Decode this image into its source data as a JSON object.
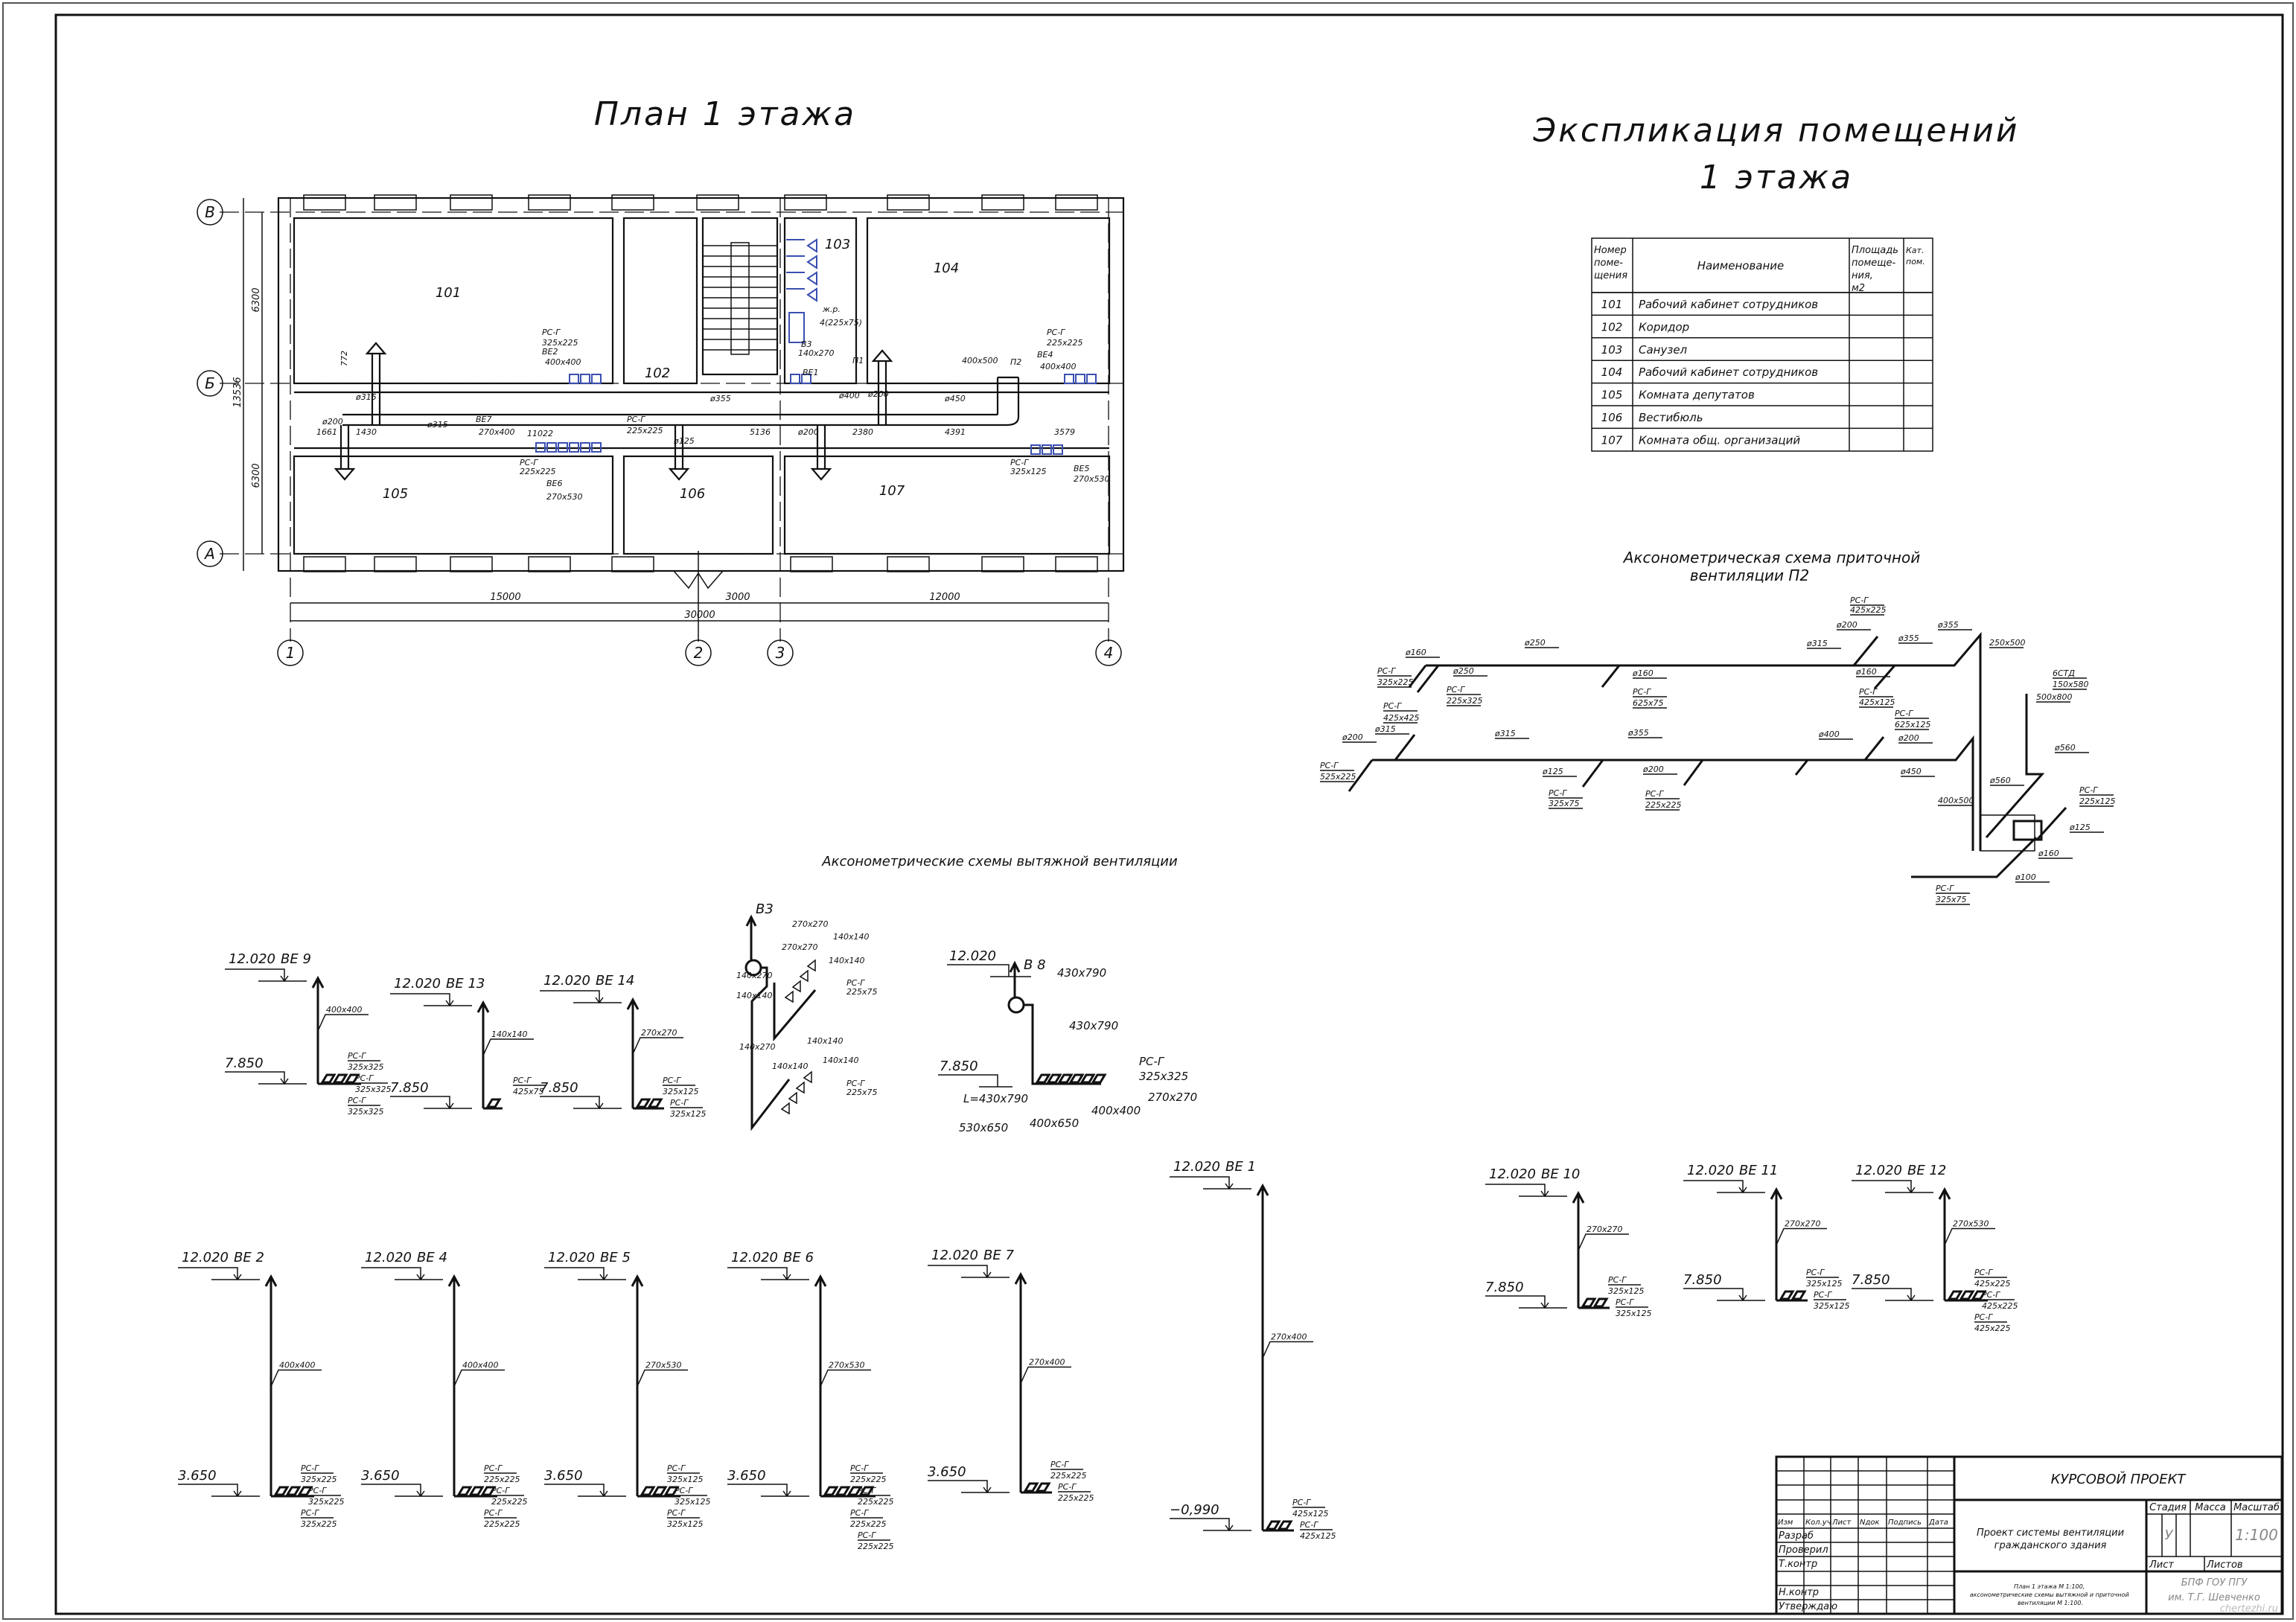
{
  "colors": {
    "ink": "#111111",
    "grille": "#3a4fb0"
  },
  "sheet": {
    "plan_title": "План 1 этажа",
    "explication_title_1": "Экспликация помещений",
    "explication_title_2": "1 этажа",
    "supply_title_1": "Аксонометрическая схема приточной",
    "supply_title_2": "вентиляции П2",
    "exhaust_title": "Аксонометрические схемы вытяжной вентиляции",
    "watermark": "chertezhi.ru"
  },
  "explication": {
    "headers": [
      "Номер поме- щения",
      "Наименование",
      "Площадь помеще- ния, м2",
      "Кат. пом."
    ],
    "rows": [
      {
        "num": "101",
        "name": "Рабочий кабинет сотрудников"
      },
      {
        "num": "102",
        "name": "Коридор"
      },
      {
        "num": "103",
        "name": "Санузел"
      },
      {
        "num": "104",
        "name": "Рабочий кабинет сотрудников"
      },
      {
        "num": "105",
        "name": "Комната депутатов"
      },
      {
        "num": "106",
        "name": "Вестибюль"
      },
      {
        "num": "107",
        "name": "Комната общ. организаций"
      }
    ]
  },
  "plan": {
    "axes_rows": [
      "В",
      "Б",
      "А"
    ],
    "axes_cols": [
      "1",
      "2",
      "3",
      "4"
    ],
    "rooms": [
      "101",
      "102",
      "103",
      "104",
      "105",
      "106",
      "107"
    ],
    "dimensions": {
      "upper": "6300",
      "lower": "6300",
      "total_v": "13536",
      "d1": "15000",
      "d2": "3000",
      "d3": "12000",
      "total_h": "30000"
    },
    "labels": [
      "ø315",
      "772",
      "ø200",
      "1661",
      "1430",
      "ø315",
      "ВЕ7",
      "270x400",
      "11022",
      "РС-Г",
      "225x225",
      "ø125",
      "ø355",
      "5136",
      "ø400",
      "ø200",
      "ø200",
      "2380",
      "ø450",
      "4391",
      "3579",
      "400x500",
      "П2",
      "ВЕ4",
      "400x400",
      "РС-Г",
      "225x225",
      "П1",
      "ВЕ1",
      "В3",
      "140x270",
      "ж.р.",
      "4(225x75)",
      "РС-Г",
      "325x225",
      "ВЕ2",
      "400x400",
      "РС-Г",
      "225x225",
      "ВЕ6",
      "270x530",
      "РС-Г",
      "325x125",
      "ВЕ5",
      "270x530"
    ]
  },
  "supply": {
    "labels": [
      "ø160",
      "РС-Г",
      "325x225",
      "ø250",
      "ø250",
      "РС-Г",
      "225x325",
      "ø160",
      "РС-Г",
      "625x75",
      "ø315",
      "ø200",
      "РС-Г",
      "425x225",
      "ø355",
      "ø160",
      "РС-Г",
      "425x125",
      "ø355",
      "250x500",
      "РС-Г",
      "425x425",
      "ø315",
      "ø200",
      "РС-Г",
      "525x225",
      "ø315",
      "ø125",
      "РС-Г",
      "325x75",
      "ø355",
      "ø200",
      "РС-Г",
      "225x225",
      "ø400",
      "РС-Г",
      "625x125",
      "ø200",
      "ø450",
      "6СТД",
      "150x580",
      "500x800",
      "ø560",
      "ø560",
      "400x500",
      "РС-Г",
      "225x125",
      "ø125",
      "ø160",
      "ø100",
      "РС-Г",
      "325x75"
    ]
  },
  "exhaust": {
    "risers": [
      {
        "name": "ВЕ 9",
        "top": "12.020",
        "bottom": "7.850",
        "duct": "400x400",
        "grille_type": "РС-Г",
        "grilles": [
          "325x325",
          "325x325",
          "325x325"
        ]
      },
      {
        "name": "ВЕ 13",
        "top": "12.020",
        "bottom": "7.850",
        "duct": "140x140",
        "grille_type": "РС-Г",
        "grilles": [
          "425x75"
        ]
      },
      {
        "name": "ВЕ 14",
        "top": "12.020",
        "bottom": "7.850",
        "duct": "270x270",
        "grille_type": "РС-Г",
        "grilles": [
          "325x125",
          "325x125"
        ]
      },
      {
        "name": "ВЕ 2",
        "top": "12.020",
        "bottom": "3.650",
        "duct": "400x400",
        "grille_type": "РС-Г",
        "grilles": [
          "325x225",
          "325x225",
          "325x225"
        ]
      },
      {
        "name": "ВЕ 4",
        "top": "12.020",
        "bottom": "3.650",
        "duct": "400x400",
        "grille_type": "РС-Г",
        "grilles": [
          "225x225",
          "225x225",
          "225x225"
        ]
      },
      {
        "name": "ВЕ 5",
        "top": "12.020",
        "bottom": "3.650",
        "duct": "270x530",
        "grille_type": "РС-Г",
        "grilles": [
          "325x125",
          "325x125",
          "325x125"
        ]
      },
      {
        "name": "ВЕ 6",
        "top": "12.020",
        "bottom": "3.650",
        "duct": "270x530",
        "grille_type": "РС-Г",
        "grilles": [
          "225x225",
          "225x225",
          "225x225",
          "225x225"
        ]
      },
      {
        "name": "ВЕ 7",
        "top": "12.020",
        "bottom": "3.650",
        "duct": "270x400",
        "grille_type": "РС-Г",
        "grilles": [
          "225x225",
          "225x225"
        ]
      },
      {
        "name": "ВЕ 1",
        "top": "12.020",
        "bottom": "−0,990",
        "duct": "270x400",
        "grille_type": "РС-Г",
        "grilles": [
          "425x125",
          "425x125"
        ]
      },
      {
        "name": "ВЕ 10",
        "top": "12.020",
        "bottom": "7.850",
        "duct": "270x270",
        "grille_type": "РС-Г",
        "grilles": [
          "325x125",
          "325x125"
        ]
      },
      {
        "name": "ВЕ 11",
        "top": "12.020",
        "bottom": "7.850",
        "duct": "270x270",
        "grille_type": "РС-Г",
        "grilles": [
          "325x125",
          "325x125"
        ]
      },
      {
        "name": "ВЕ 12",
        "top": "12.020",
        "bottom": "7.850",
        "duct": "270x530",
        "grille_type": "РС-Г",
        "grilles": [
          "425x225",
          "425x225",
          "425x225"
        ]
      }
    ],
    "b3": {
      "name": "В3",
      "labels": [
        "270x270",
        "270x270",
        "140x270",
        "140x140",
        "140x140",
        "140x140",
        "РС-Г",
        "225x75",
        "140x270",
        "140x140",
        "140x140",
        "140x140",
        "РС-Г",
        "225x75"
      ]
    },
    "b8": {
      "name": "В 8",
      "top": "12.020",
      "bottom": "7.850",
      "labels": [
        "430x790",
        "430x790",
        "РС-Г",
        "325x325",
        "270x270",
        "400x400",
        "L=430x790",
        "530x650",
        "400x650"
      ]
    }
  },
  "title_block": {
    "project": "КУРСОВОЙ ПРОЕКТ",
    "title_1": "Проект системы вентиляции",
    "title_2": "гражданского здания",
    "sheet_content": "План 1 этажа М 1:100, аксонометрические схемы вытяжной и приточной вентиляции М 1:100.",
    "col_headers": [
      "Изм",
      "Кол.уч",
      "Лист",
      "Nдок",
      "Подпись",
      "Дата"
    ],
    "roles": [
      "Разраб",
      "Проверил",
      "Т.контр",
      "",
      "Н.контр",
      "Утверждаю"
    ],
    "stage_label": "Стадия",
    "mass_label": "Масса",
    "scale_label": "Масштаб",
    "stage": "У",
    "scale": "1:100",
    "sheet_label": "Лист",
    "sheets_label": "Листов",
    "org_1": "БПФ ГОУ ПГУ",
    "org_2": "им. Т.Г. Шевченко"
  }
}
